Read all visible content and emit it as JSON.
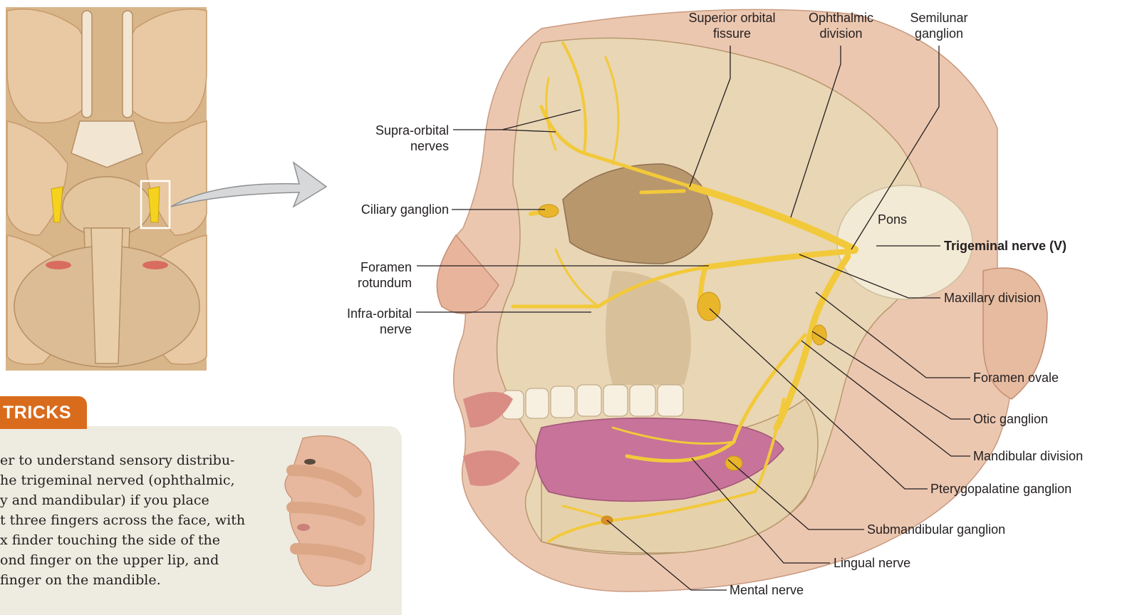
{
  "labels": {
    "superior_orbital_fissure": "Superior orbital\nfissure",
    "ophthalmic_division": "Ophthalmic\ndivision",
    "semilunar_ganglion": "Semilunar\nganglion",
    "supra_orbital_nerves": "Supra-orbital\nnerves",
    "ciliary_ganglion": "Ciliary ganglion",
    "pons": "Pons",
    "trigeminal_nerve": "Trigeminal nerve (V)",
    "foramen_rotundum": "Foramen\nrotundum",
    "maxillary_division": "Maxillary division",
    "infra_orbital_nerve": "Infra-orbital\nnerve",
    "foramen_ovale": "Foramen ovale",
    "otic_ganglion": "Otic ganglion",
    "mandibular_division": "Mandibular division",
    "pterygopalatine_ganglion": "Pterygopalatine ganglion",
    "submandibular_ganglion": "Submandibular ganglion",
    "lingual_nerve": "Lingual nerve",
    "mental_nerve": "Mental nerve"
  },
  "tricks": {
    "tab_label": "TRICKS",
    "text": "er to understand sensory distribu-\nhe trigeminal nerved (ophthalmic,\ny and mandibular) if you place\nt three fingers across the face, with\nx finder touching the side of the\nond finger on the upper lip, and\n finger on the mandible."
  },
  "colors": {
    "nerve": "#f2c93a",
    "nerve_dark": "#d9a91c",
    "bone": "#e9d6b4",
    "bone_shadow": "#cdb48d",
    "tongue": "#c7739a",
    "skin": "#e7b89d",
    "brain": "#e8c9a3",
    "accent_orange": "#d96b1c",
    "tricks_bg": "#eeebe0"
  }
}
